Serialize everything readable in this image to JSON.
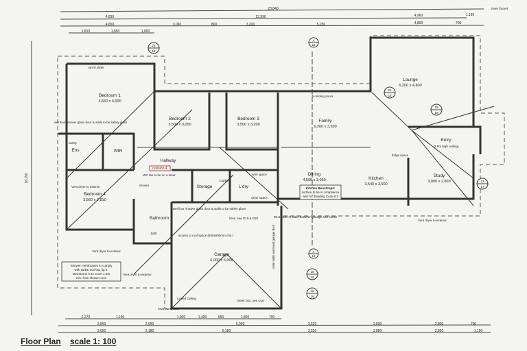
{
  "title": "Floor Plan",
  "scale": "scale 1: 100",
  "rooms": {
    "bedroom1": {
      "name": "Bedroom 1",
      "size": "4,650 x 4,000"
    },
    "bedroom2": {
      "name": "Bedroom 2",
      "size": "3,500 x 3,050"
    },
    "bedroom3": {
      "name": "Bedroom 3",
      "size": "3,500 x 3,200"
    },
    "bedroom4": {
      "name": "Bedroom 4",
      "size": "3,560 x 2,810"
    },
    "lounge": {
      "name": "Lounge",
      "size": "6,200 x 4,800"
    },
    "family": {
      "name": "Family",
      "size": "6,260 x 3,590"
    },
    "dining": {
      "name": "Dining",
      "size": "4,590 x 3,050"
    },
    "kitchen": {
      "name": "Kitchen",
      "size": "3,540 x 3,500"
    },
    "study": {
      "name": "Study",
      "size": "3,000 x 2,800"
    },
    "garage": {
      "name": "Garage",
      "size": "6,000 x 6,000"
    },
    "entry": {
      "name": "Entry",
      "note": "(2.8m high ceiling)"
    },
    "ensuite": {
      "name": "Ens"
    },
    "wir": {
      "name": "WIR"
    },
    "hallway": {
      "name": "Hallway"
    },
    "storage": {
      "name": "Storage"
    },
    "laundry": {
      "name": "L'dry"
    },
    "bathroom": {
      "name": "Bathroom"
    }
  },
  "notes": {
    "shower_membranes": [
      "Shower membranes to comply",
      "with NZBC E3/AS1 fig 5.",
      "Membrane is to cover 1.5m",
      "min. from shower rose"
    ],
    "kitchen_benchtops": [
      "Kitchen Benchtops:",
      "surface to be in compliance",
      "with NZ Building Code G3"
    ],
    "revision": "revision 4",
    "wc_fan": "WC fan to be on a timer",
    "wet_floor_1": "wet floor shower glass door & walls to be safety glass",
    "wet_floor_2": "wet floor shower glass door & walls to be safety glass",
    "vent_dryer": "Vent dryer to exterior",
    "access_roof": "access to roof space (600x600mm min.)",
    "covid_ceiling": "Coved Ceiling",
    "heat_pump": "heat pump unit",
    "meter_box": "meter box, see D18",
    "bi_folding": "bi-folding doors",
    "ranch_slider": "ranch slider",
    "fridge_space": "fridge space",
    "r2_6": "R2.6 batts to walls between garage and house",
    "lines": "lines, see D19 & D20",
    "vanity": "vanity",
    "bath": "bath",
    "shower": "shower",
    "wiw": "w/m space",
    "dryer": "dryer space",
    "cupbd": "Cupbd",
    "garage_door": "4.8m wide sectional garage door"
  },
  "markers": [
    {
      "top": "23",
      "bottom": "18"
    },
    {
      "top": "24",
      "bottom": "18"
    },
    {
      "top": "25",
      "bottom": "18"
    },
    {
      "top": "21",
      "bottom": "17"
    },
    {
      "top": "15",
      "bottom": "16"
    },
    {
      "top": "16",
      "bottom": "16"
    },
    {
      "top": "A",
      "bottom": "13"
    },
    {
      "top": "A",
      "bottom": "13"
    }
  ],
  "dimensions": {
    "top_overall": "23,840",
    "top_row2": [
      "4,830",
      "12,390",
      "4,960",
      "1,190"
    ],
    "top_row3": [
      "4,650",
      "3,060",
      "800",
      "3,200",
      "5,250",
      "4,800",
      "700"
    ],
    "top_row4": [
      "1,810",
      "1,650",
      "1,000"
    ],
    "bottom_row1": [
      "2,270",
      "1,190",
      "1,000",
      "1,400",
      "650",
      "1,800",
      "700"
    ],
    "bottom_row2": [
      "3,560",
      "2,090",
      "6,000",
      "3,620",
      "3,500",
      "2,800",
      "700"
    ],
    "bottom_row3": [
      "3,650",
      "2,180",
      "6,180",
      "3,520",
      "3,880",
      "2,890",
      "1,190"
    ],
    "left_overall": "18,150",
    "over_frame": "(over frame)"
  }
}
